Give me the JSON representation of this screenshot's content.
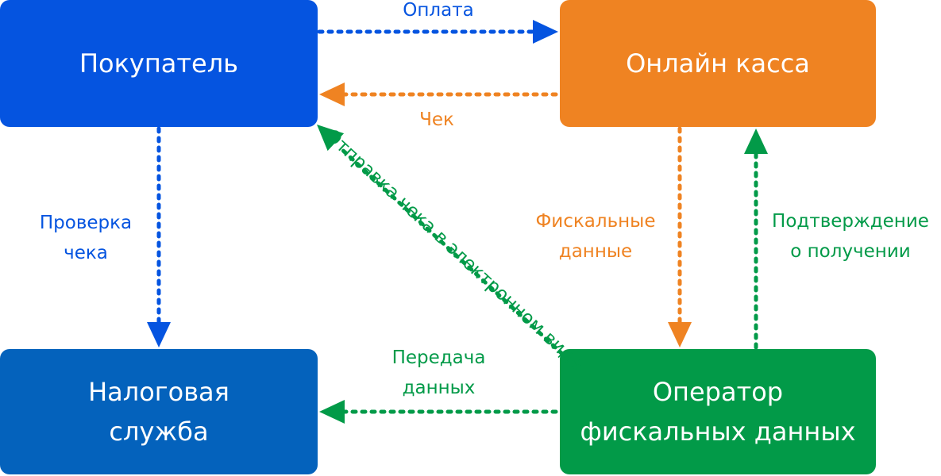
{
  "colors": {
    "buyer": "#0554E0",
    "kassa": "#EF8322",
    "tax": "#0462BC",
    "ofd": "#029A48"
  },
  "nodes": {
    "buyer": "Покупатель",
    "kassa": "Онлайн касса",
    "tax": "Налоговая\nслужба",
    "ofd": "Оператор\nфискальных данных"
  },
  "edges": {
    "payment": "Оплата",
    "receipt": "Чек",
    "check": "Проверка\nчека",
    "fiscal": "Фискальные\nданные",
    "confirm": "Подтверждение\nо получении",
    "transfer": "Передача\nданных",
    "electronic": "Отправка чека в электронном виде"
  }
}
